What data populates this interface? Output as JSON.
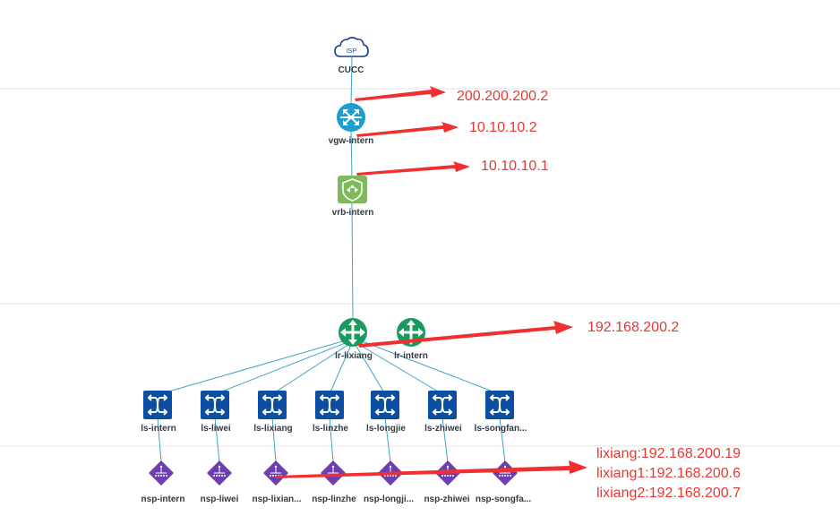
{
  "colors": {
    "cloud": "#1f3f8c",
    "vgw": "#1c9fcf",
    "vrb": "#7dbb5a",
    "router": "#1a9b5e",
    "switch": "#0b4ea2",
    "nsp": "#6c3eb0",
    "link": "#3fa0c9",
    "annotation": "#e53935"
  },
  "nodes": {
    "cucc": {
      "label": "CUCC",
      "badge": "ISP",
      "icon": "cloud-icon"
    },
    "vgw": {
      "label": "vgw-intern",
      "icon": "gateway-icon"
    },
    "vrb": {
      "label": "vrb-intern",
      "icon": "firewall-shield-icon"
    },
    "lr_lixiang": {
      "label": "lr-lixiang",
      "icon": "router-icon"
    },
    "lr_intern": {
      "label": "lr-intern",
      "icon": "router-icon"
    },
    "switches": [
      {
        "label": "ls-intern"
      },
      {
        "label": "ls-liwei"
      },
      {
        "label": "ls-lixiang"
      },
      {
        "label": "ls-linzhe"
      },
      {
        "label": "ls-longjie"
      },
      {
        "label": "ls-zhiwei"
      },
      {
        "label": "ls-songfan..."
      }
    ],
    "nsps": [
      {
        "label": "nsp-intern"
      },
      {
        "label": "nsp-liwei"
      },
      {
        "label": "nsp-lixian..."
      },
      {
        "label": "nsp-linzhe"
      },
      {
        "label": "nsp-longji..."
      },
      {
        "label": "nsp-zhiwei"
      },
      {
        "label": "nsp-songfa..."
      }
    ]
  },
  "annotations": {
    "ip1": "200.200.200.2",
    "ip2": "10.10.10.2",
    "ip3": "10.10.10.1",
    "ip4": "192.168.200.2",
    "ip5": "lixiang:192.168.200.19",
    "ip6": "lixiang1:192.168.200.6",
    "ip7": "lixiang2:192.168.200.7"
  }
}
